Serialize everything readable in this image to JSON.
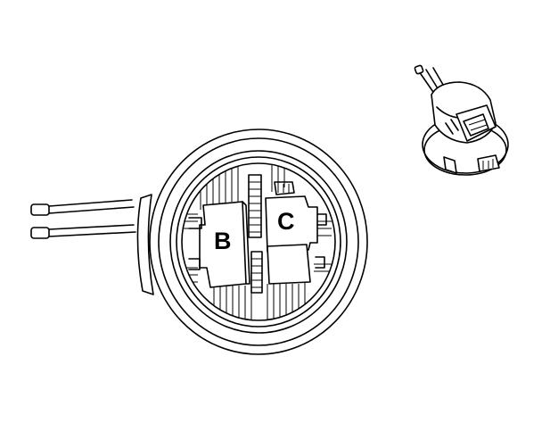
{
  "diagram": {
    "terminals": [
      {
        "id": "terminal-b",
        "label": "B"
      },
      {
        "id": "terminal-c",
        "label": "C"
      }
    ]
  }
}
